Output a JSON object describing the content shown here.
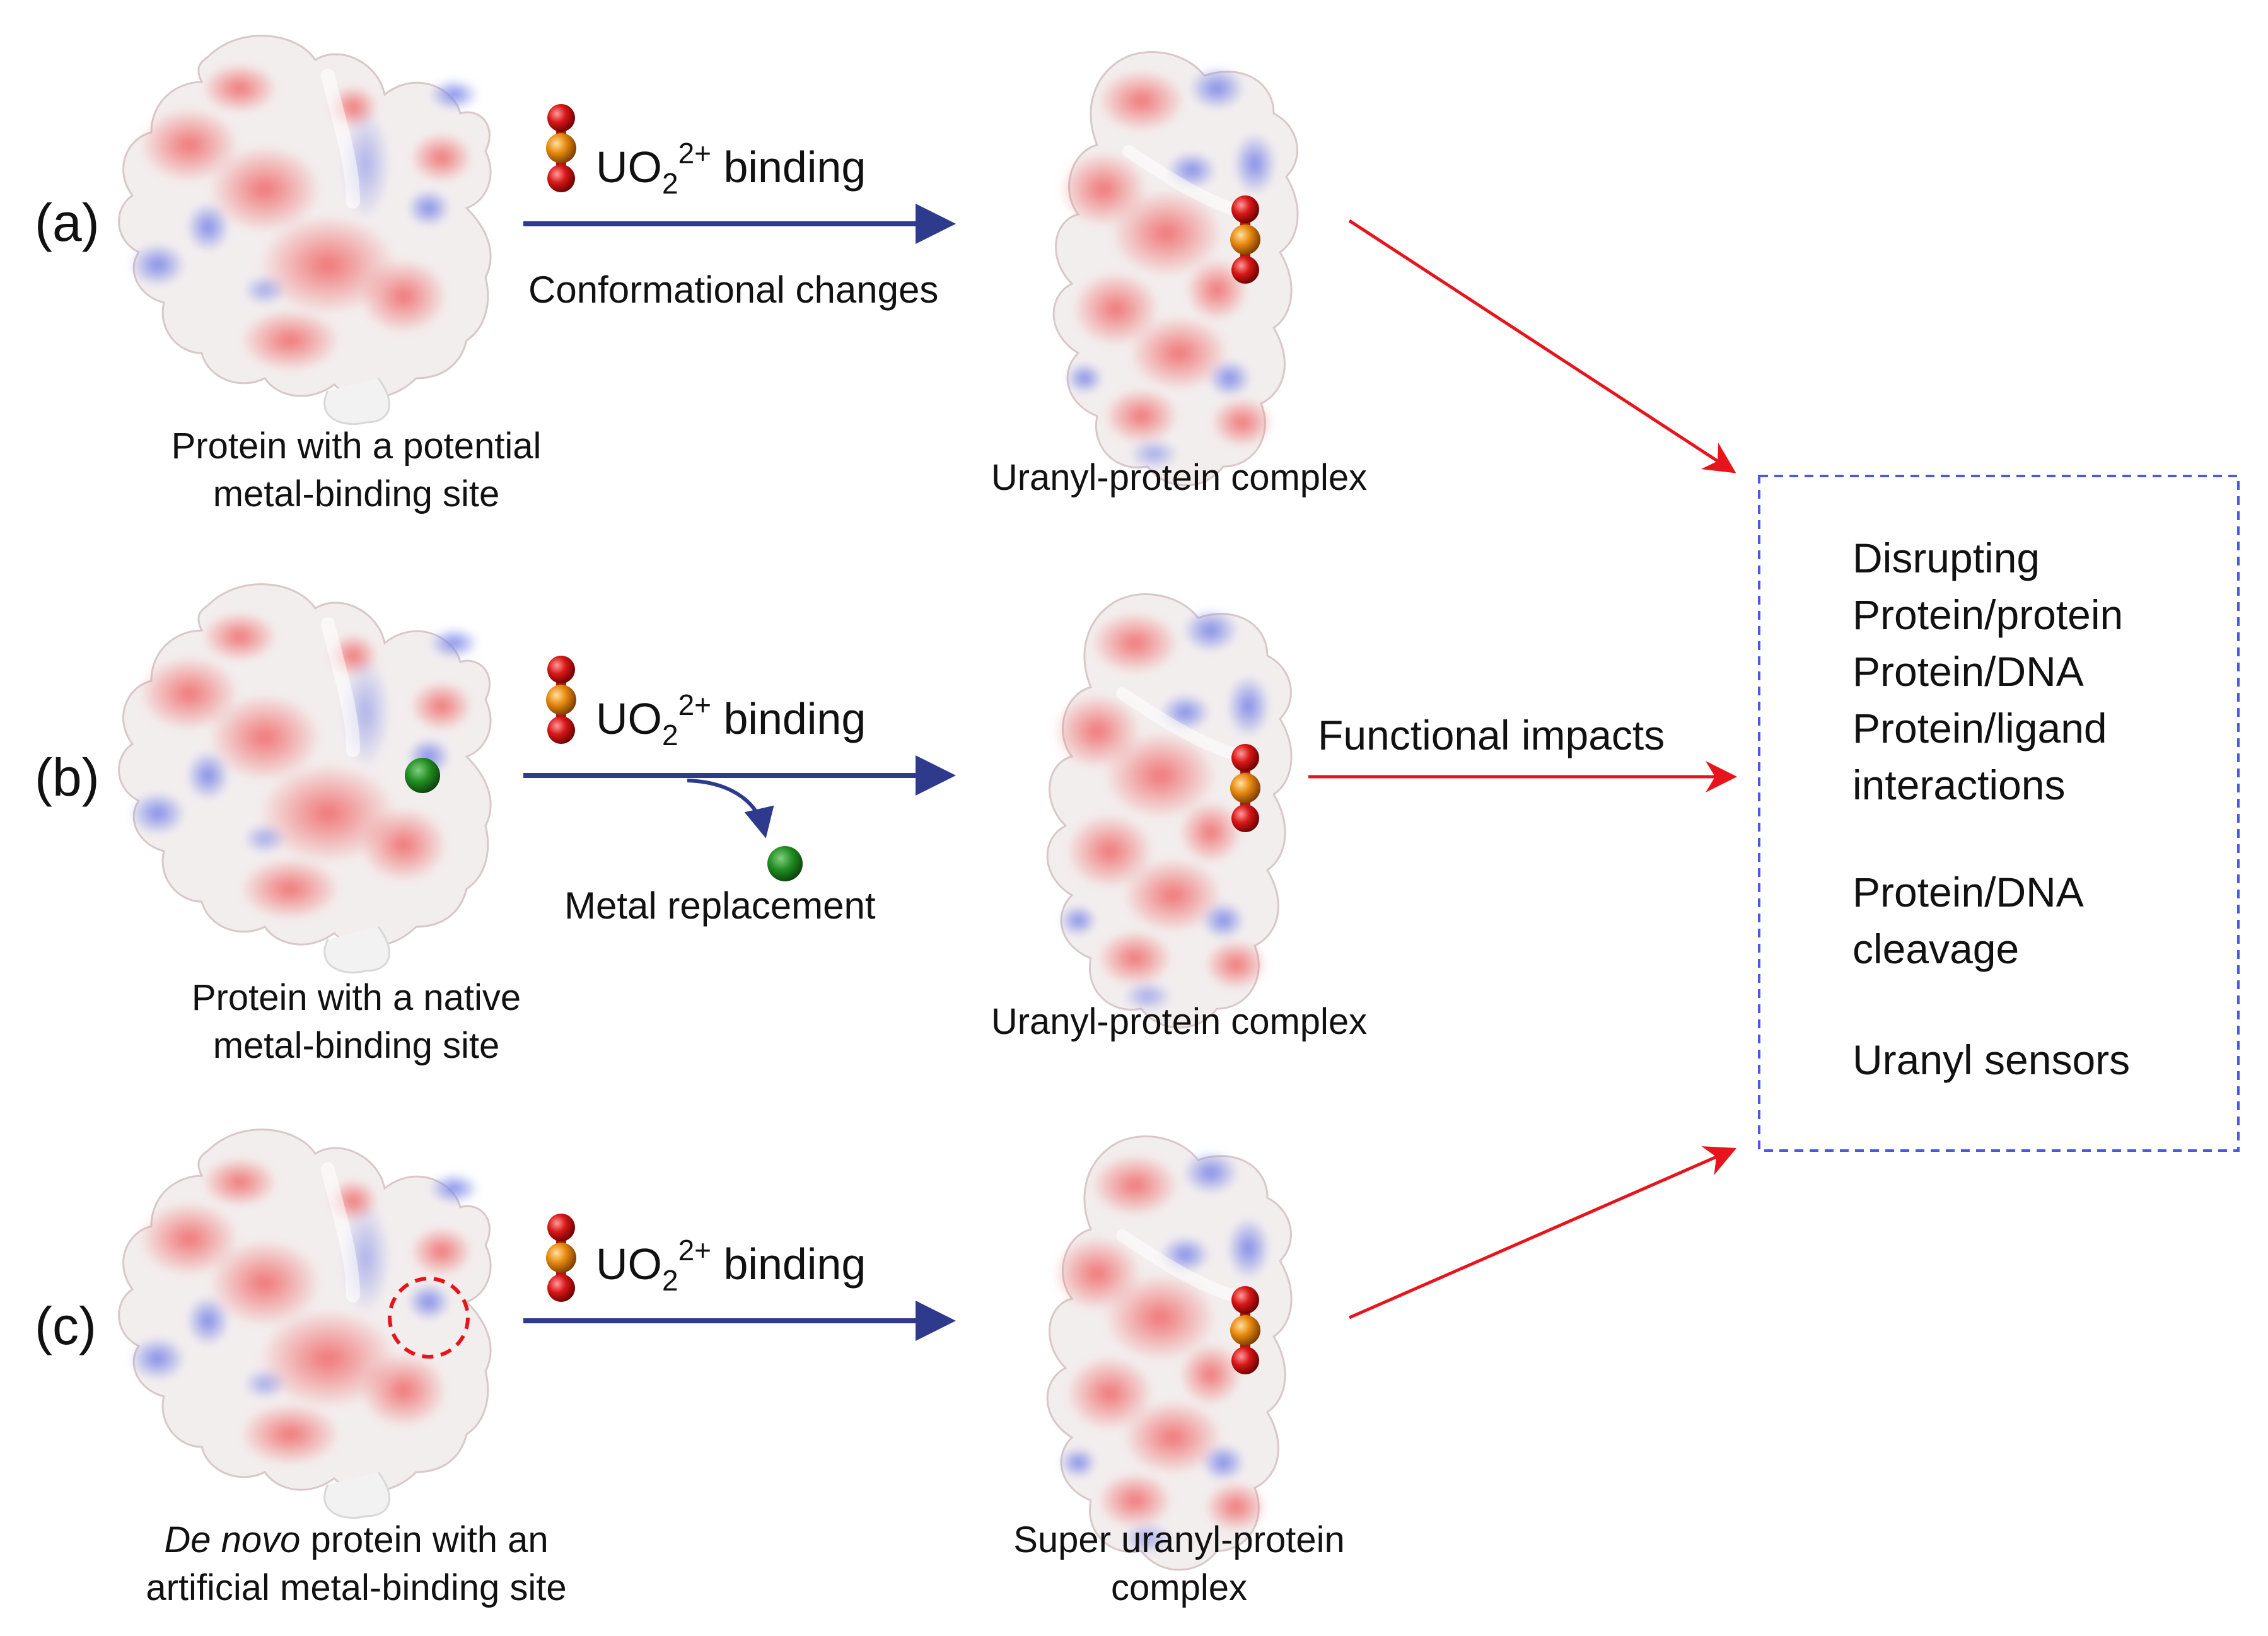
{
  "rows": [
    {
      "label": "(a)",
      "left_caption": [
        "Protein with a potential",
        "metal-binding site"
      ],
      "binding_label": {
        "prefix": "UO",
        "sub": "2",
        "sup": "2+",
        "suffix": " binding"
      },
      "arrow_note": "Conformational changes",
      "right_caption": [
        "Uranyl-protein complex"
      ]
    },
    {
      "label": "(b)",
      "left_caption": [
        "Protein with a native",
        "metal-binding site"
      ],
      "binding_label": {
        "prefix": "UO",
        "sub": "2",
        "sup": "2+",
        "suffix": " binding"
      },
      "arrow_note": "Metal replacement",
      "right_caption": [
        "Uranyl-protein complex"
      ]
    },
    {
      "label": "(c)",
      "left_caption_italic": "De novo",
      "left_caption_rest": " protein with an",
      "left_caption_line2": "artificial metal-binding site",
      "binding_label": {
        "prefix": "UO",
        "sub": "2",
        "sup": "2+",
        "suffix": " binding"
      },
      "right_caption": [
        "Super uranyl-protein",
        "complex"
      ]
    }
  ],
  "functional_impacts": "Functional impacts",
  "outcomes": {
    "group1": [
      "Disrupting",
      "Protein/protein",
      "Protein/DNA",
      "Protein/ligand",
      "interactions"
    ],
    "group2": [
      "Protein/DNA",
      "cleavage"
    ],
    "group3": [
      "Uranyl sensors"
    ]
  },
  "colors": {
    "reaction_arrow": "#2e3a8c",
    "impact_arrow": "#e8141c",
    "outcome_box_border": "#4a5ae0",
    "surface_negative": "#e46060",
    "surface_positive": "#7a86e0",
    "native_metal": "#1f8a1f",
    "uranyl_oxygen": "#d01414",
    "uranyl_uranium": "#e68a10"
  }
}
